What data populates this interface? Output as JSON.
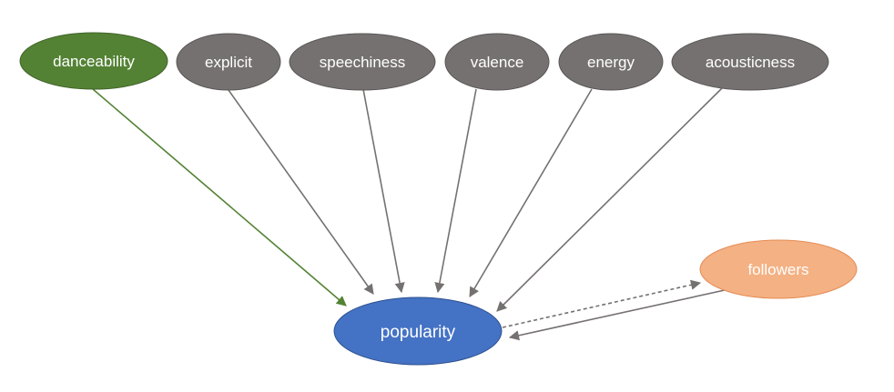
{
  "diagram": {
    "colors": {
      "green": "#548235",
      "gray": "#767171",
      "blue": "#4472c4",
      "orange": "#f4b183",
      "edge_gray": "#767171",
      "edge_green": "#548235"
    },
    "nodes": {
      "danceability": "danceability",
      "explicit": "explicit",
      "speechiness": "speechiness",
      "valence": "valence",
      "energy": "energy",
      "acousticness": "acousticness",
      "popularity": "popularity",
      "followers": "followers"
    },
    "edges": [
      {
        "from": "danceability",
        "to": "popularity",
        "style": "solid",
        "color": "green"
      },
      {
        "from": "explicit",
        "to": "popularity",
        "style": "solid",
        "color": "gray"
      },
      {
        "from": "speechiness",
        "to": "popularity",
        "style": "solid",
        "color": "gray"
      },
      {
        "from": "valence",
        "to": "popularity",
        "style": "solid",
        "color": "gray"
      },
      {
        "from": "energy",
        "to": "popularity",
        "style": "solid",
        "color": "gray"
      },
      {
        "from": "acousticness",
        "to": "popularity",
        "style": "solid",
        "color": "gray"
      },
      {
        "from": "popularity",
        "to": "followers",
        "style": "dashed",
        "color": "gray"
      },
      {
        "from": "followers",
        "to": "popularity",
        "style": "solid",
        "color": "gray"
      }
    ]
  }
}
